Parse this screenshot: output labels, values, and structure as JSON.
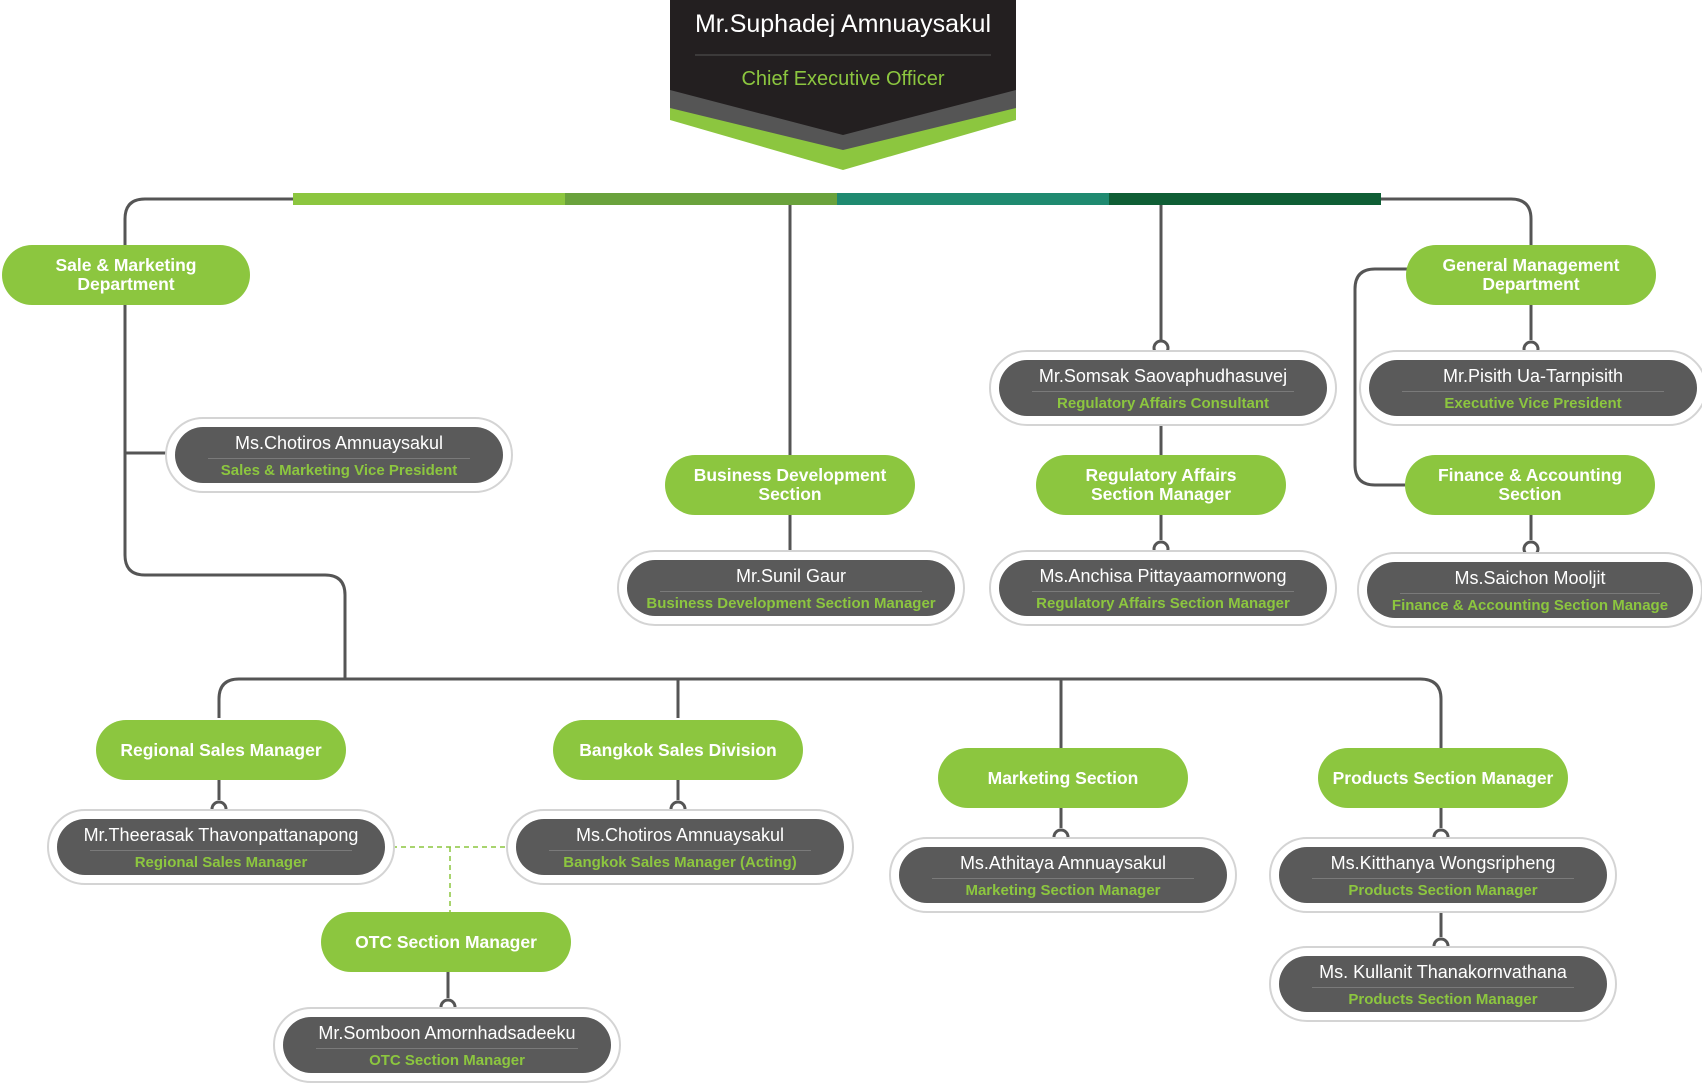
{
  "ceo": {
    "name": "Mr.Suphadej Amnuaysakul",
    "title": "Chief Executive Officer"
  },
  "departments": {
    "sale_marketing": "Sale & Marketing\nDepartment",
    "business_development": "Business Development\nSection",
    "regulatory_affairs": "Regulatory Affairs\nSection Manager",
    "general_management": "General Management\nDepartment",
    "finance_accounting": "Finance & Accounting\nSection",
    "regional_sales": "Regional Sales Manager",
    "bangkok_sales": "Bangkok Sales Division",
    "marketing_section": "Marketing Section",
    "products_section": "Products Section Manager",
    "otc_section": "OTC Section Manager"
  },
  "people": {
    "chotiros_vp": {
      "name": "Ms.Chotiros Amnuaysakul",
      "title": "Sales & Marketing Vice President"
    },
    "sunil": {
      "name": "Mr.Sunil Gaur",
      "title": "Business Development Section Manager"
    },
    "somsak": {
      "name": "Mr.Somsak Saovaphudhasuvej",
      "title": "Regulatory Affairs Consultant"
    },
    "anchisa": {
      "name": "Ms.Anchisa   Pittayaamornwong",
      "title": "Regulatory Affairs Section Manager"
    },
    "pisith": {
      "name": "Mr.Pisith  Ua-Tarnpisith",
      "title": "Executive Vice President"
    },
    "saichon": {
      "name": "Ms.Saichon  Mooljit",
      "title": "Finance & Accounting Section Manage"
    },
    "theerasak": {
      "name": "Mr.Theerasak Thavonpattanapong",
      "title": "Regional Sales Manager"
    },
    "chotiros_bkk": {
      "name": "Ms.Chotiros Amnuaysakul",
      "title": "Bangkok Sales Manager (Acting)"
    },
    "athitaya": {
      "name": "Ms.Athitaya Amnuaysakul",
      "title": "Marketing Section Manager"
    },
    "kitthanya": {
      "name": "Ms.Kitthanya Wongsripheng",
      "title": "Products Section Manager"
    },
    "kullanit": {
      "name": "Ms. Kullanit  Thanakornvathana",
      "title": "Products Section Manager"
    },
    "somboon": {
      "name": "Mr.Somboon Amornhadsadeeku",
      "title": "OTC Section Manager"
    }
  },
  "colors": {
    "accent_green": "#8cc63f",
    "dark_gray": "#5a5a5a",
    "ceo_black": "#231f20",
    "bar_segments": [
      "#8cc63f",
      "#6aa23c",
      "#1f8a70",
      "#0f5e35"
    ]
  }
}
